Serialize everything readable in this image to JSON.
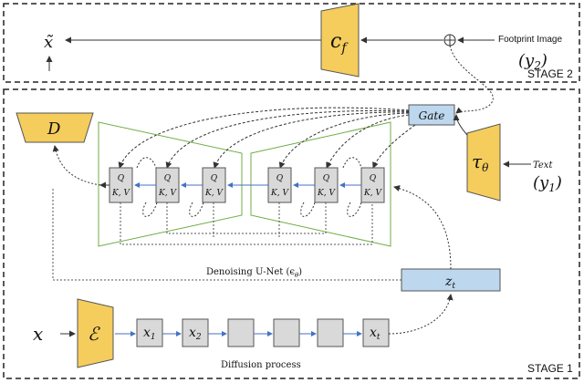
{
  "stage2": {
    "output_label": "x̃",
    "encoder_label": "c",
    "encoder_sub": "f",
    "footprint_label": "Footprint Image",
    "y2_label": "(y",
    "y2_sub": "2",
    "y_close": ")",
    "stage_label": "STAGE 2"
  },
  "stage1": {
    "decoder_label": "D",
    "gate_top_label": "Gate",
    "tau_label": "τ",
    "tau_sub": "θ",
    "text_label": "Text",
    "y1_label": "(y",
    "y1_sub": "1",
    "y_close": ")",
    "unet_blocks": [
      {
        "q": "Q",
        "kv": "K, V"
      },
      {
        "q": "Q",
        "kv": "K, V"
      },
      {
        "q": "Q",
        "kv": "K, V"
      },
      {
        "q": "Q",
        "kv": "K, V"
      },
      {
        "q": "Q",
        "kv": "K, V"
      },
      {
        "q": "Q",
        "kv": "K, V"
      }
    ],
    "unet_caption": "Denoising U-Net (ϵ",
    "unet_caption_sub": "θ",
    "unet_caption_close": ")",
    "zt_label": "z",
    "zt_sub": "t",
    "x_label": "x",
    "encoder_label": "ℰ",
    "diffusion_steps": [
      {
        "label": "x",
        "sub": "1"
      },
      {
        "label": "x",
        "sub": "2"
      },
      {
        "label": "",
        "sub": ""
      },
      {
        "label": "",
        "sub": ""
      },
      {
        "label": "",
        "sub": ""
      },
      {
        "label": "x",
        "sub": "t"
      }
    ],
    "diffusion_caption": "Diffusion process",
    "stage_label": "STAGE 1"
  },
  "colors": {
    "yellow": "#f5cd5c",
    "blue": "#bdd7ee",
    "gray": "#d9d9d9",
    "green": "#70ad47",
    "arrow_blue": "#4472c4"
  }
}
